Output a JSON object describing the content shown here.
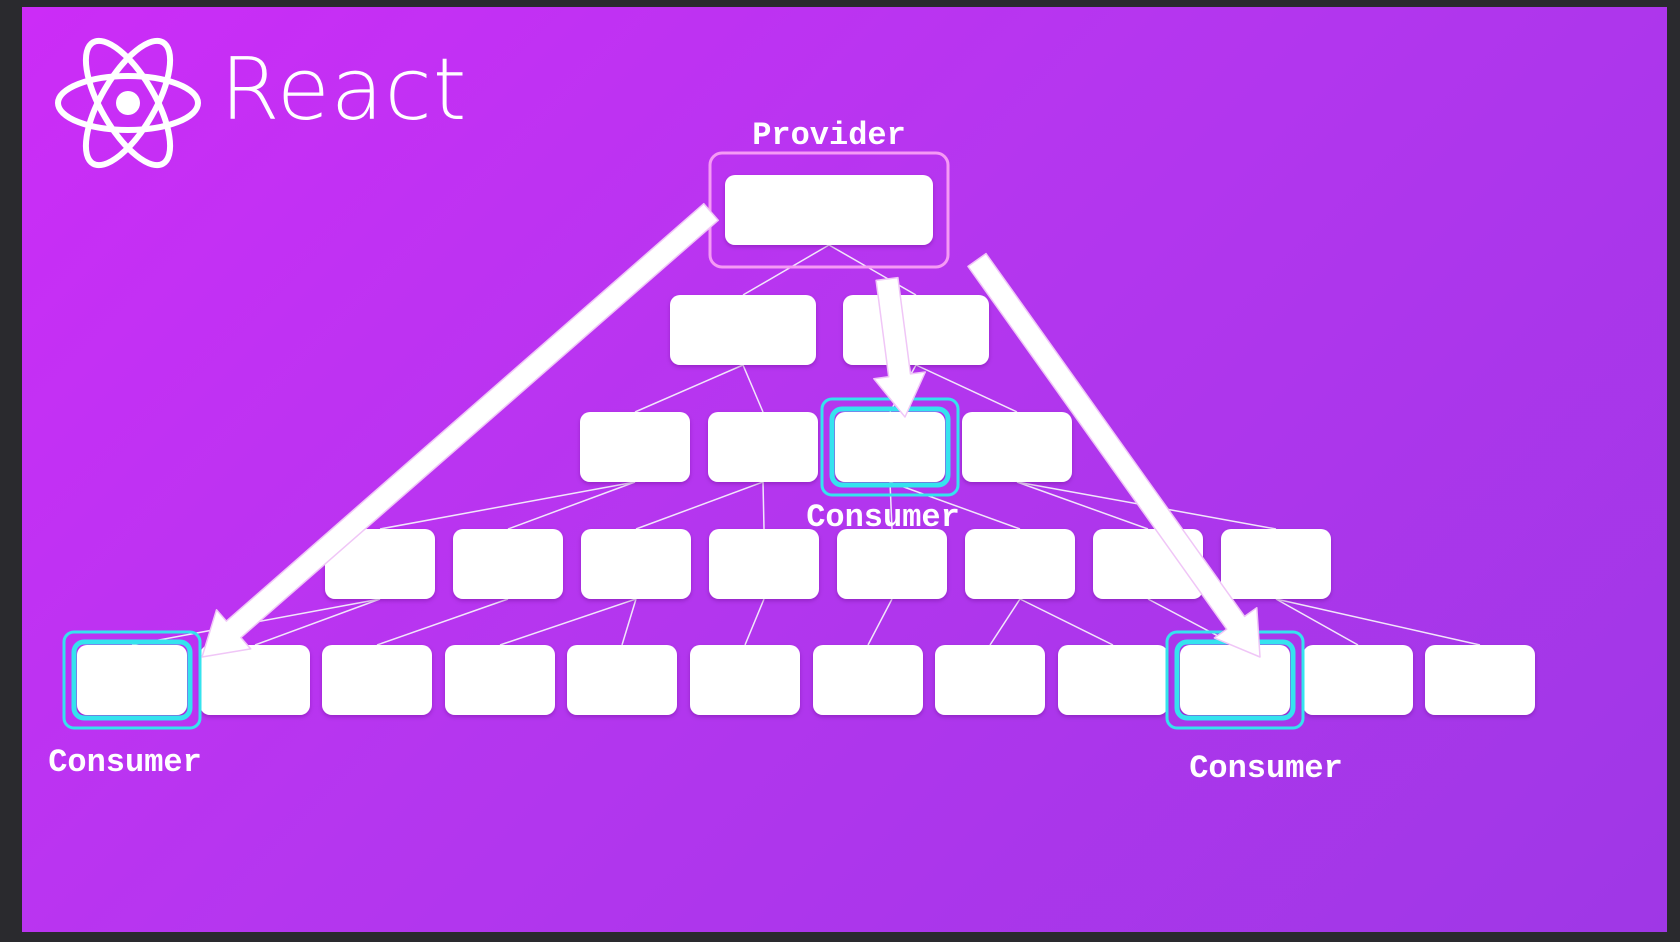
{
  "brand": {
    "name": "React",
    "logo_icon": "react-atom-icon"
  },
  "labels": {
    "provider": "Provider",
    "consumer_middle": "Consumer",
    "consumer_left": "Consumer",
    "consumer_right": "Consumer"
  },
  "colors": {
    "background_start": "#cc2cf7",
    "background_end": "#9f37e6",
    "node_fill": "#ffffff",
    "provider_highlight": "#f59af5",
    "consumer_highlight": "#35e3ee"
  },
  "tree": {
    "levels": [
      1,
      2,
      4,
      8,
      12
    ],
    "provider": {
      "level": 0,
      "index": 0
    },
    "consumers": [
      {
        "level": 2,
        "index": 2
      },
      {
        "level": 4,
        "index": 0
      },
      {
        "level": 4,
        "index": 9
      }
    ]
  }
}
